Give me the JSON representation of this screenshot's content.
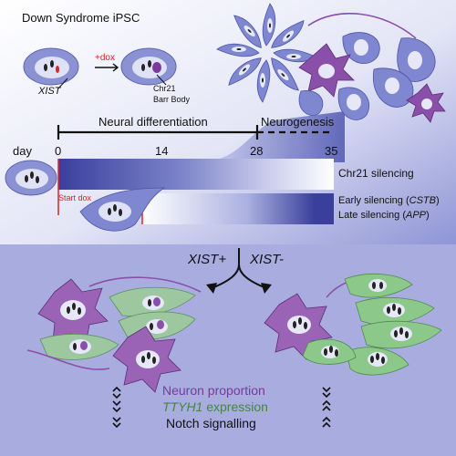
{
  "colors": {
    "top_bg_start": "#ffffff",
    "top_bg_end": "#8f95d6",
    "bottom_bg": "#a9acdf",
    "purple": "#8a4fa8",
    "neuron_purple": "#9b63b6",
    "blue_cell": "#7e87cf",
    "green_cell": "#8cc88a",
    "gradient_dark": "#3a3f9c",
    "red_mark": "#d7262a"
  },
  "header": {
    "title": "Down Syndrome iPSC",
    "dox_label": "+dox",
    "xist_label": "XIST",
    "barr_line1": "Chr21",
    "barr_line2": "Barr Body"
  },
  "timeline": {
    "day_label": "day",
    "ticks": [
      "0",
      "14",
      "28",
      "35"
    ],
    "phase_neural": "Neural differentiation",
    "phase_neuro": "Neurogenesis",
    "start_dox": "Start dox",
    "chr21_silencing": "Chr21 silencing",
    "early_silencing_prefix": "Early silencing (",
    "early_silencing_gene": "CSTB",
    "early_silencing_suffix": ")",
    "late_silencing_prefix": "Late silencing (",
    "late_silencing_gene": "APP",
    "late_silencing_suffix": ")"
  },
  "split": {
    "left_label": "XIST+",
    "right_label": "XIST-"
  },
  "legend": {
    "neuron_proportion": "Neuron proportion",
    "ttyh1_gene": "TTYH1",
    "ttyh1_rest": " expression",
    "notch": "Notch signalling"
  }
}
